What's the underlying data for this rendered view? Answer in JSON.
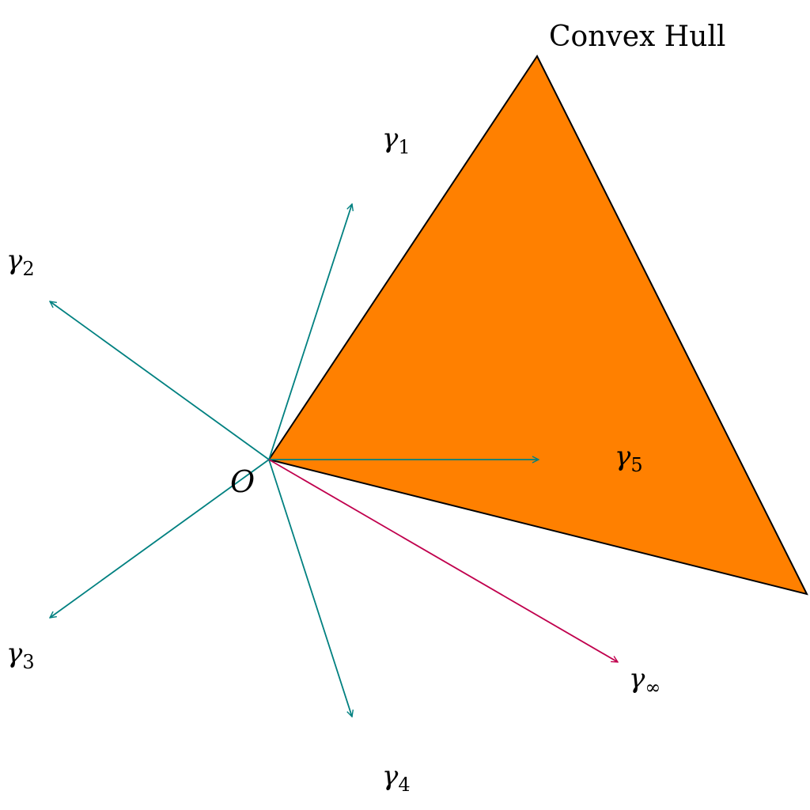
{
  "diagram": {
    "hull_label": "Convex Hull",
    "origin_label": "O",
    "hull_fill": "#ff8000",
    "hull_stroke": "#000000",
    "ray_color": "#008080",
    "limit_ray_color": "#c0004d",
    "rays": [
      {
        "symbol": "γ",
        "subscript": "1",
        "icon": "arrow-icon"
      },
      {
        "symbol": "γ",
        "subscript": "2",
        "icon": "arrow-icon"
      },
      {
        "symbol": "γ",
        "subscript": "3",
        "icon": "arrow-icon"
      },
      {
        "symbol": "γ",
        "subscript": "4",
        "icon": "arrow-icon"
      },
      {
        "symbol": "γ",
        "subscript": "5",
        "icon": "arrow-icon"
      },
      {
        "symbol": "γ",
        "subscript": "∞",
        "icon": "arrow-icon"
      }
    ]
  }
}
